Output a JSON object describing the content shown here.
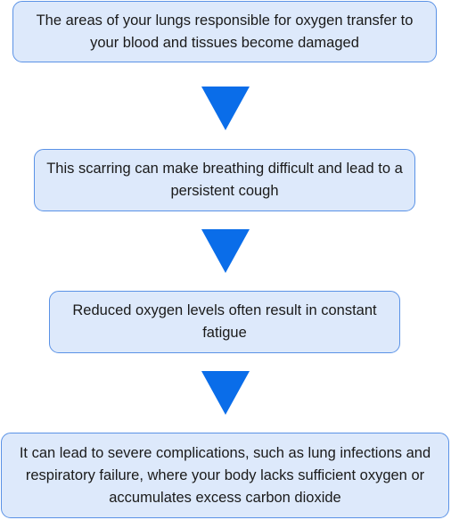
{
  "flow": {
    "steps": [
      {
        "text": "The areas of your lungs responsible for oxygen transfer to your blood and tissues become damaged"
      },
      {
        "text": "This scarring can make breathing difficult and lead to a persistent cough"
      },
      {
        "text": "Reduced oxygen levels often result in constant fatigue"
      },
      {
        "text": "It can lead to severe complications, such as lung infections and respiratory failure, where your body lacks sufficient oxygen or accumulates excess carbon dioxide"
      }
    ],
    "colors": {
      "box_fill": "#dde9fb",
      "box_border": "#5a92e6",
      "arrow": "#0a6de9",
      "text": "#1a1a1a"
    }
  }
}
